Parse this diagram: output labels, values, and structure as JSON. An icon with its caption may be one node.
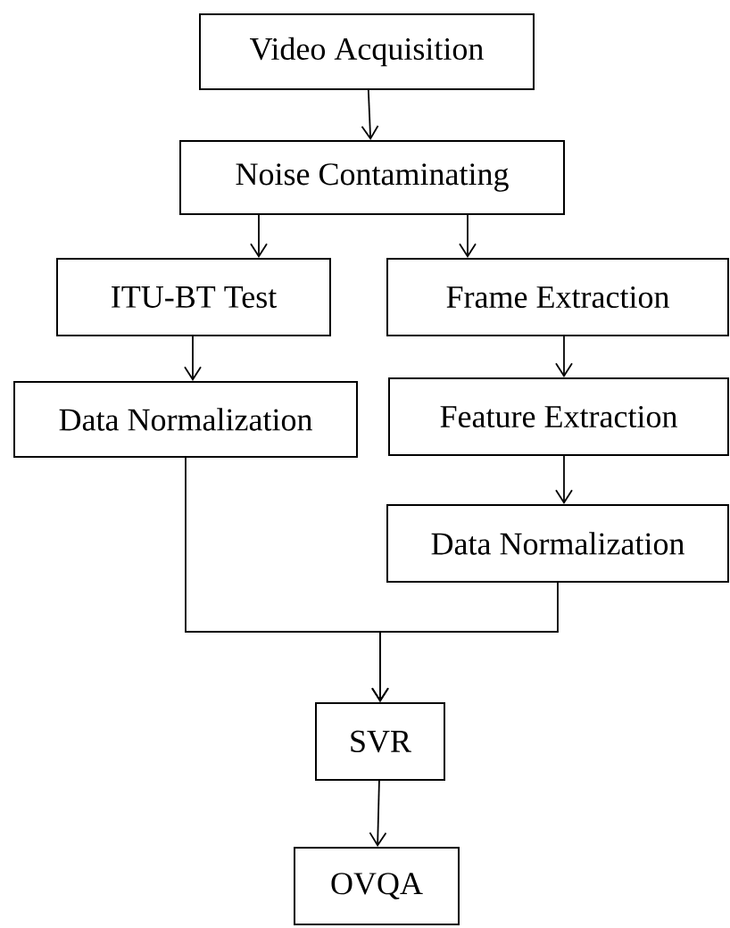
{
  "diagram": {
    "nodes": [
      {
        "text": [
          "Video Acquisition"
        ]
      },
      {
        "text": [
          "Noise Contaminating"
        ]
      },
      {
        "text": [
          "ITU-BT Test"
        ]
      },
      {
        "text": [
          "Frame Extraction"
        ]
      },
      {
        "text": [
          "Data Normalization"
        ]
      },
      {
        "text": [
          "Feature Extraction"
        ]
      },
      {
        "text": [
          "Data Normalization"
        ]
      },
      {
        "text": [
          "SVR"
        ]
      },
      {
        "text": [
          "OVQA"
        ]
      }
    ],
    "edges": [
      {
        "from": 0,
        "to": 1,
        "arrow": "to"
      },
      {
        "from": 1,
        "to": 2,
        "arrow": "to"
      },
      {
        "from": 1,
        "to": 3,
        "arrow": "to"
      },
      {
        "from": 2,
        "to": 4,
        "arrow": "to"
      },
      {
        "from": 3,
        "to": 5,
        "arrow": "to"
      },
      {
        "from": 5,
        "to": 6,
        "arrow": "to"
      },
      {
        "from": 4,
        "to": 7,
        "arrow": "to"
      },
      {
        "from": 6,
        "to": 7,
        "arrow": "to"
      },
      {
        "from": 7,
        "to": 8,
        "arrow": "to"
      }
    ]
  }
}
